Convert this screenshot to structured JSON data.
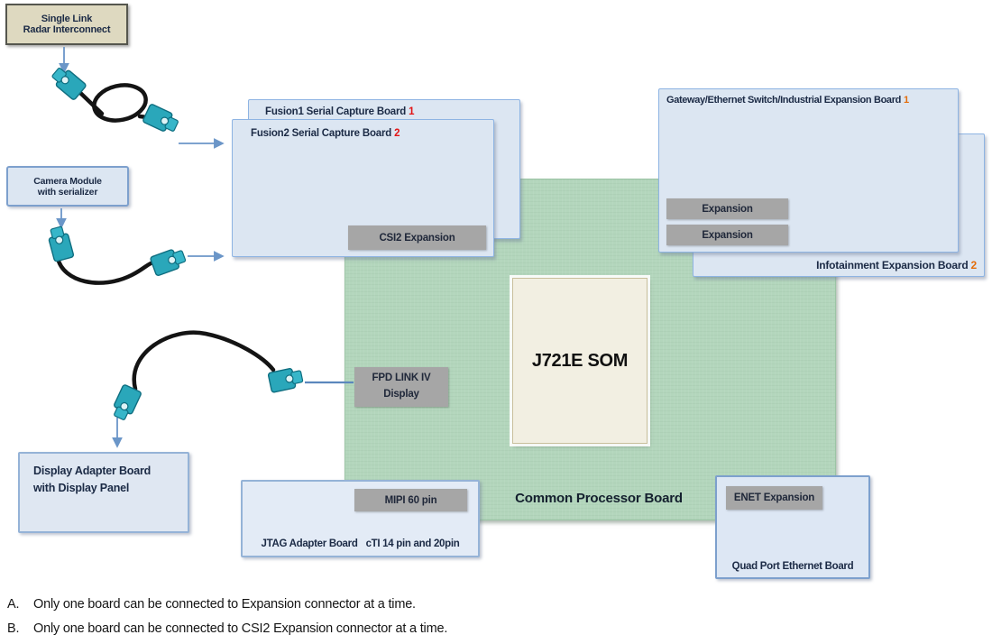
{
  "palette": {
    "board_green": "#b3d6bc",
    "box_blue_fill": "#dce6f2",
    "box_blue_border": "#8eb4e3",
    "button_gray": "#a6a6a6",
    "title_navy": "#1b2a45",
    "number_red": "#e31414",
    "number_orange": "#e36c0a",
    "arrow_blue": "#6b96c8",
    "connector_teal": "#2aa7ba",
    "radar_box_fill": "#ded9c0",
    "som_box_fill": "#f2efe2"
  },
  "modules": {
    "radar": {
      "line1": "Single Link",
      "line2": "Radar Interconnect"
    },
    "camera": {
      "line1": "Camera Module",
      "line2": "with serializer"
    },
    "display_adapter": {
      "line1": "Display Adapter Board",
      "line2": "with Display Panel"
    }
  },
  "boards": {
    "fusion1": {
      "title": "Fusion1 Serial Capture Board",
      "number": "1"
    },
    "fusion2": {
      "title": "Fusion2 Serial Capture Board",
      "number": "2",
      "csi2_button": "CSI2 Expansion"
    },
    "gateway": {
      "title": "Gateway/Ethernet Switch/Industrial Expansion Board",
      "number": "1",
      "buttons": [
        {
          "label": "Expansion"
        },
        {
          "label": "Expansion"
        }
      ]
    },
    "infotainment": {
      "title": "Infotainment Expansion Board",
      "number": "2"
    },
    "common_processor": {
      "label": "Common Processor Board",
      "som_label": "J721E SOM"
    },
    "fpd_display": {
      "line1": "FPD LINK IV",
      "line2": "Display"
    },
    "jtag": {
      "mipi_button": "MIPI 60 pin",
      "title_part1": "JTAG Adapter Board",
      "title_part2": "cTI 14 pin and 20pin"
    },
    "quad_ethernet": {
      "enet_button": "ENET Expansion",
      "title": "Quad Port Ethernet Board"
    }
  },
  "notes": [
    {
      "label": "A.",
      "text": "Only one board can be connected to Expansion connector at a time."
    },
    {
      "label": "B.",
      "text": "Only one board can be connected to CSI2 Expansion connector at a time."
    }
  ]
}
